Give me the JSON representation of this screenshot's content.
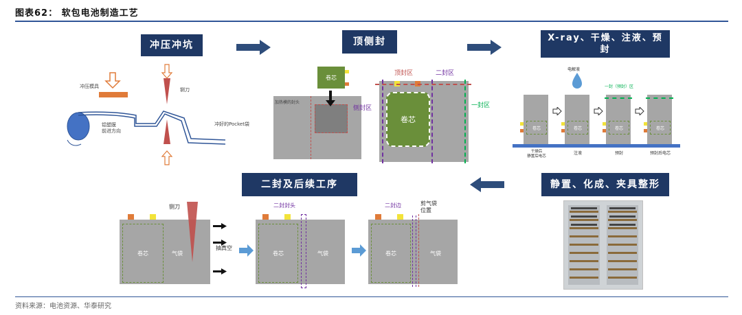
{
  "figure": {
    "title": "图表62：  软包电池制造工艺",
    "source": "资料来源：电池资源、华泰研究"
  },
  "stages": {
    "s1": "冲压冲坑",
    "s2": "顶侧封",
    "s3": "X-ray、干燥、注液、预封",
    "s4": "静置、化成、夹具整形",
    "s5": "二封及后续工序"
  },
  "panel1": {
    "die_label": "冲压模具",
    "knife_label": "铡刀",
    "film_label": "铝塑膜\n前进方向",
    "pocket_label": "冲好的Pocket袋"
  },
  "panel2": {
    "core_small": "卷芯",
    "heat_label": "加热模的封头",
    "top_seal": "顶封区",
    "second_seal": "二封区",
    "side_seal": "侧封区",
    "one_seal": "一封区",
    "core_big": "卷芯"
  },
  "panel3": {
    "electrolyte": "电解液",
    "preseal_label": "一封（预封）区",
    "core": "卷芯",
    "steps": [
      "干燥后\n静置后电芯",
      "注液",
      "预封",
      "预封后电芯"
    ]
  },
  "panel5": {
    "knife": "铡刀",
    "vacuum": "抽真空",
    "core": "卷芯",
    "airbag": "气袋",
    "second_head": "二封封头",
    "second_edge": "二封边",
    "cut_pos": "剪气袋\n位置"
  },
  "colors": {
    "stage_bg": "#1f3864",
    "arrow": "#2e4d7b",
    "core_green": "#6a8f3a",
    "cell_gray": "#a6a6a6",
    "knife_red": "#c0504d",
    "tab_orange": "#e07b39",
    "tab_yellow": "#f2e33a"
  }
}
